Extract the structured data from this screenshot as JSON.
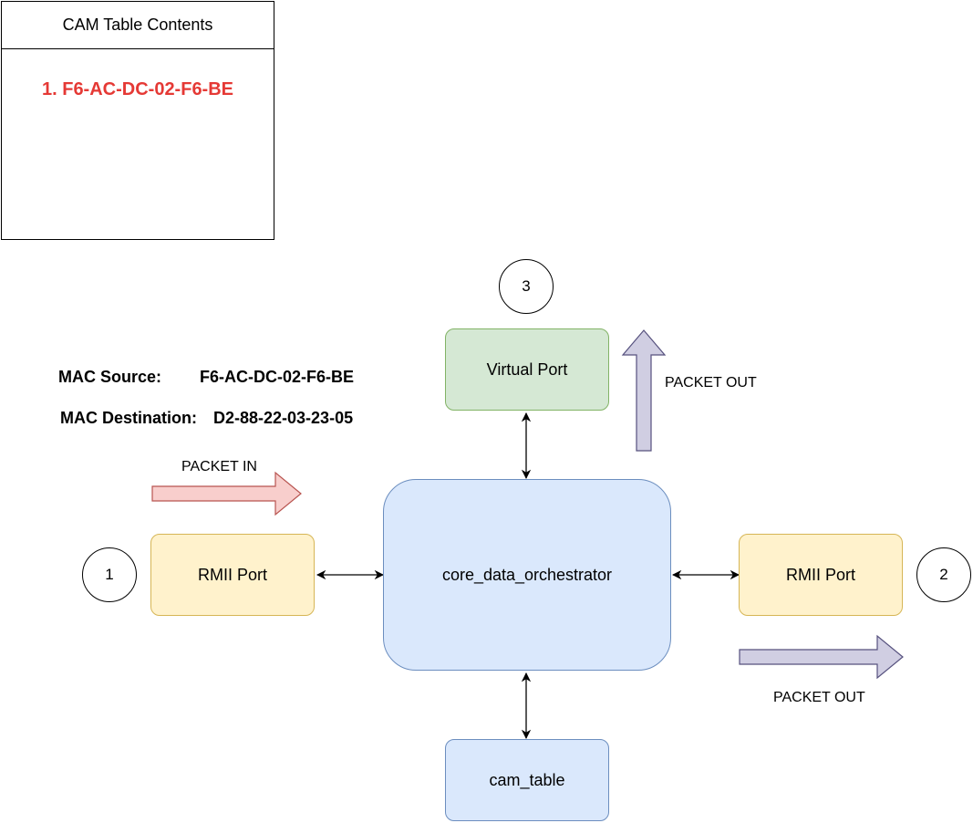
{
  "cam_table": {
    "title": "CAM Table Contents",
    "entries": [
      "1. F6-AC-DC-02-F6-BE"
    ]
  },
  "mac_info": {
    "source_label": "MAC Source:",
    "source_value": "F6-AC-DC-02-F6-BE",
    "destination_label": "MAC Destination:",
    "destination_value": "D2-88-22-03-23-05"
  },
  "nodes": {
    "virtual_port": "Virtual Port",
    "rmii_port_left": "RMII Port",
    "rmii_port_right": "RMII Port",
    "core": "core_data_orchestrator",
    "cam_table": "cam_table"
  },
  "port_numbers": {
    "left": "1",
    "right": "2",
    "top": "3"
  },
  "arrows": {
    "packet_in": "PACKET IN",
    "packet_out_up": "PACKET OUT",
    "packet_out_right": "PACKET OUT"
  },
  "colors": {
    "packet_in_fill": "#f8cecc",
    "packet_in_stroke": "#b85450",
    "packet_out_fill": "#d0cee2",
    "packet_out_stroke": "#56517e",
    "cam_entry_text": "#e53935"
  }
}
